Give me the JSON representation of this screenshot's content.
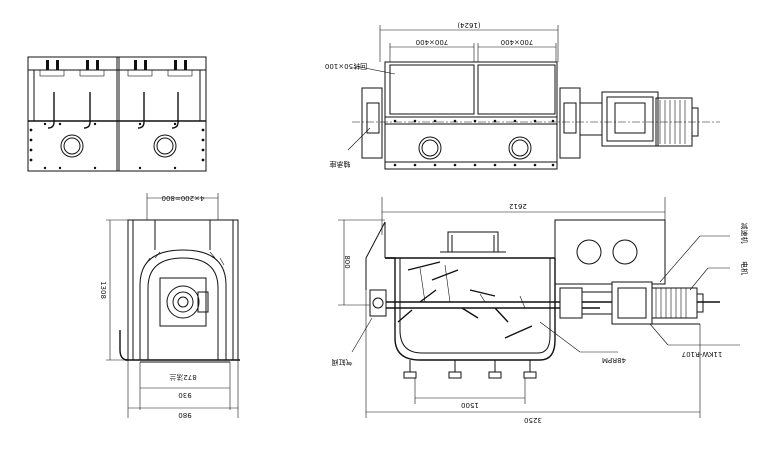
{
  "dimensions": {
    "plan_length_upper": "(1624)",
    "plan_window_1": "700×400",
    "plan_window_2": "700×400",
    "end_width": "4×200=800",
    "end_height": "1308",
    "end_base_1": "930",
    "end_base_2": "980",
    "section_length": "2612",
    "section_height": "800",
    "section_base": "1500",
    "overall_length": "3250"
  },
  "labels": {
    "plan_annot": "回转50×100",
    "plan_bottom_annot": "轴承座",
    "end_bottom": "872法兰",
    "section_gearbox": "减速机",
    "section_motor": "电机",
    "section_speed": "48RPM",
    "section_motor_spec": "11KW-R107",
    "section_drain": "气缸阀"
  },
  "colors": {
    "line": "#111111",
    "background": "#ffffff"
  }
}
